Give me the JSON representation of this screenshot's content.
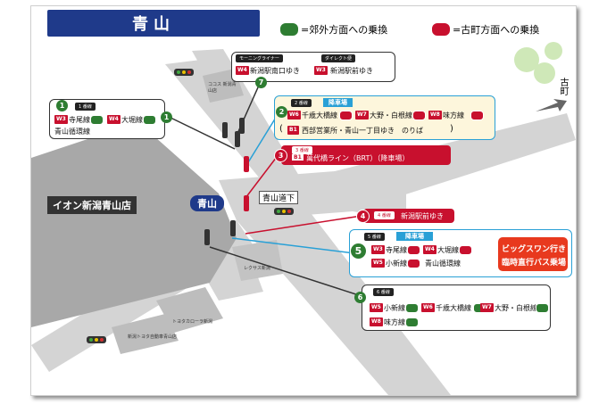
{
  "title": "青山",
  "legend": {
    "suburb": "=郊外方面への乗換",
    "furumachi": "=古町方面への乗換"
  },
  "places": {
    "aeon": "イオン新潟青山店",
    "aoyama_badge": "青山",
    "intersection": "青山道下",
    "furumachi": "古町",
    "lexus": "レクサス新潟",
    "toyota_corolla": "トヨタカローラ新潟",
    "toyota_jidosha": "新潟トヨタ自動車青山店",
    "cocos": "ココス 新潟青山店"
  },
  "stops": {
    "s1": {
      "num": "1",
      "header": "1 番線",
      "routes": [
        {
          "code": "W3",
          "name": "寺尾線",
          "color": "green"
        },
        {
          "code": "W4",
          "name": "大堀線",
          "color": "green"
        }
      ],
      "extra": "青山循環線"
    },
    "s2": {
      "num": "2",
      "header": "2 番線",
      "tag": "降車場",
      "routes": [
        {
          "code": "W6",
          "name": "千歳大橋線",
          "color": "red"
        },
        {
          "code": "W7",
          "name": "大野・白根線",
          "color": "red"
        },
        {
          "code": "W8",
          "name": "味方線",
          "color": "red"
        }
      ],
      "b1": "B1",
      "b1_text": "西部営業所・青山一丁目ゆき　のりば",
      "b1_open": "(",
      "b1_close": ")"
    },
    "s3": {
      "num": "3",
      "header": "3 番線",
      "code": "B1",
      "text": "萬代橋ライン（BRT）（降車場）"
    },
    "s4": {
      "num": "4",
      "header": "4 番線",
      "text": "新潟駅前ゆき"
    },
    "s5": {
      "num": "5",
      "header": "5 番線",
      "tag": "降車場",
      "routes": [
        {
          "code": "W3",
          "name": "寺尾線",
          "color": "red"
        },
        {
          "code": "W4",
          "name": "大堀線",
          "color": "red"
        },
        {
          "code": "W5",
          "name": "小新線",
          "color": "red"
        }
      ],
      "extra": "青山循環線",
      "notice1": "ビッグスワン行き",
      "notice2": "臨時直行バス乗場"
    },
    "s6": {
      "num": "6",
      "header": "6 番線",
      "routes": [
        {
          "code": "W5",
          "name": "小新線",
          "color": "green"
        },
        {
          "code": "W6",
          "name": "千歳大橋線",
          "color": "green"
        },
        {
          "code": "W7",
          "name": "大野・白根線",
          "color": "green"
        },
        {
          "code": "W8",
          "name": "味方線",
          "color": "green"
        }
      ]
    },
    "s7": {
      "num": "7",
      "header_a": "モーニングライナー",
      "header_b": "ダイレクト便",
      "a_code": "W4",
      "a_text": "新潟駅南口ゆき",
      "b_code": "W3",
      "b_text": "新潟駅前ゆき"
    }
  },
  "colors": {
    "title_bg": "#1f3a8a",
    "red": "#c8102e",
    "green": "#2e7d32",
    "road": "#c9c9c9",
    "building": "#a9a9a9"
  }
}
